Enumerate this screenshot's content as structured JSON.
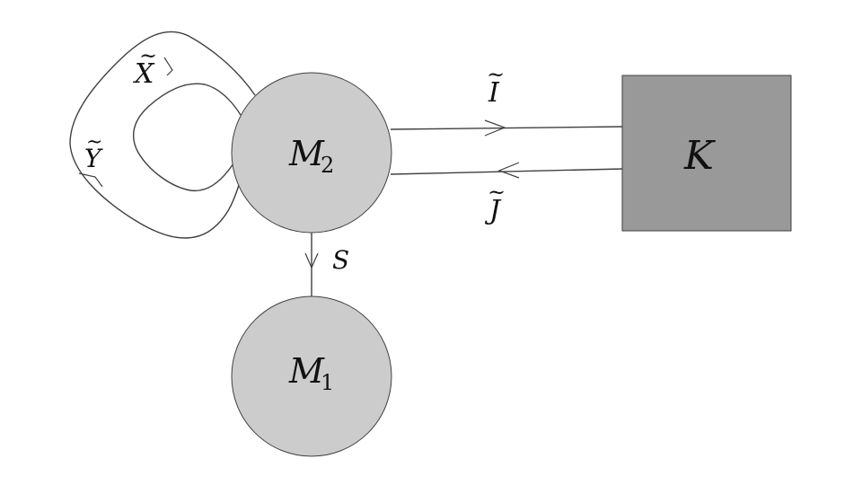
{
  "colors": {
    "node_fill": "#cccccc",
    "box_fill": "#999999",
    "stroke": "#404040",
    "text": "#111111"
  },
  "nodes": {
    "m2": {
      "symbol": "M",
      "subscript": "2",
      "shape": "circle"
    },
    "m1": {
      "symbol": "M",
      "subscript": "1",
      "shape": "circle"
    },
    "k": {
      "symbol": "K",
      "shape": "square"
    }
  },
  "edges": {
    "x_loop": {
      "symbol": "X",
      "accent": "~",
      "from": "M2",
      "to": "M2"
    },
    "y_loop": {
      "symbol": "Y",
      "accent": "~",
      "from": "M2",
      "to": "M2"
    },
    "i_edge": {
      "symbol": "I",
      "accent": "~",
      "from": "M2",
      "to": "K"
    },
    "j_edge": {
      "symbol": "J",
      "accent": "~",
      "from": "K",
      "to": "M2"
    },
    "s_edge": {
      "symbol": "S",
      "from": "M2",
      "to": "M1"
    }
  }
}
